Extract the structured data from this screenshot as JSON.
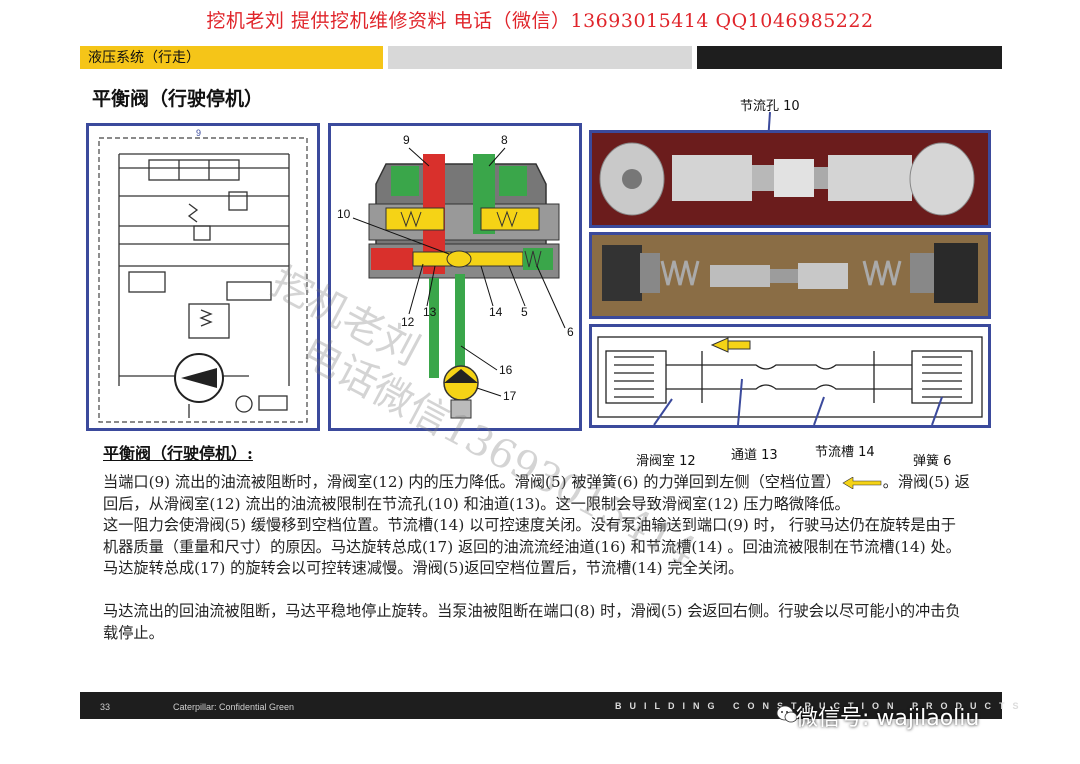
{
  "banner": "挖机老刘   提供挖机维修资料  电话（微信）13693015414      QQ1046985222",
  "section_label": "液压系统（行走）",
  "slide_title": "平衡阀（行驶停机）",
  "schematic": {
    "port_label": "9"
  },
  "cutaway": {
    "labels": [
      "9",
      "8",
      "10",
      "12",
      "13",
      "14",
      "5",
      "6",
      "16",
      "17"
    ]
  },
  "photo1": {
    "callout": "节流孔 10"
  },
  "section_callouts": {
    "chamber": "滑阀室 12",
    "passage": "通道 13",
    "groove": "节流槽 14",
    "spring": "弹簧 6"
  },
  "text": {
    "heading": "平衡阀（行驶停机）:",
    "p1_a": "当端口(9) 流出的油流被阻断时，滑阀室(12) 内的压力降低。滑阀(5) 被弹簧(6) 的力弹回到左侧（空档位置）",
    "p1_b": "。滑阀(5) 返回后，从滑阀室(12) 流出的油流被限制在节流孔(10) 和油道(13)。这一限制会导致滑阀室(12) 压力略微降低。",
    "p2": "这一阻力会使滑阀(5) 缓慢移到空档位置。节流槽(14) 以可控速度关闭。没有泵油输送到端口(9) 时， 行驶马达仍在旋转是由于机器质量（重量和尺寸）的原因。马达旋转总成(17) 返回的油流流经油道(16) 和节流槽(14) 。回油流被限制在节流槽(14) 处。马达旋转总成(17) 的旋转会以可控转速减慢。滑阀(5)返回空档位置后，节流槽(14) 完全关闭。",
    "p3": "马达流出的回油流被阻断，马达平稳地停止旋转。当泵油被阻断在端口(8) 时，滑阀(5) 会返回右侧。行驶会以尽可能小的冲击负载停止。"
  },
  "watermark": {
    "line1": "挖机老刘",
    "line2": "电话微信13693015414"
  },
  "footer": {
    "page": "33",
    "confidential": "Caterpillar: Confidential Green",
    "tagline": "BUILDING CONSTRUCTION PRODUCTS",
    "wechat": "微信号: wajilaoliu"
  },
  "colors": {
    "banner": "#e0252b",
    "panel_border": "#3b4a9c",
    "accent_yellow": "#f5c518",
    "oil_red": "#d9302c",
    "oil_green": "#3aa64a"
  }
}
